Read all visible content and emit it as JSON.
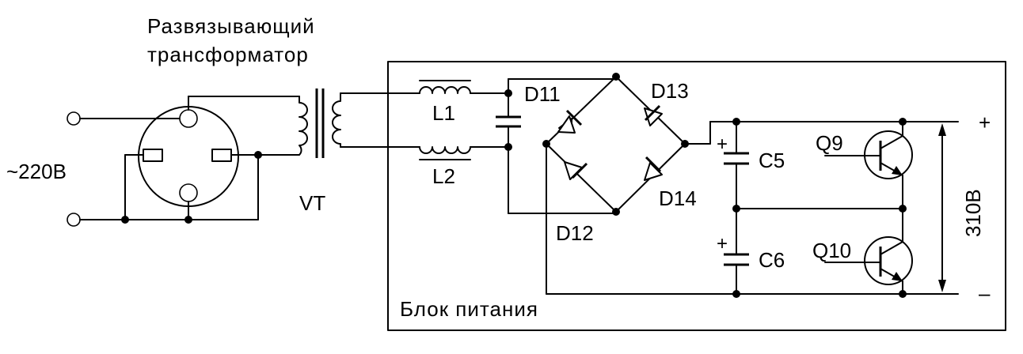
{
  "title_line1": "Развязывающий",
  "title_line2": "трансформатор",
  "mains_label": "~220В",
  "transformer_label": "VT",
  "block_label": "Блок питания",
  "components": {
    "inductor1": "L1",
    "inductor2": "L2",
    "diode11": "D11",
    "diode12": "D12",
    "diode13": "D13",
    "diode14": "D14",
    "cap5": "C5",
    "cap6": "C6",
    "transistor9": "Q9",
    "transistor10": "Q10"
  },
  "voltage_label": "310В",
  "plus_sign": "+",
  "minus_sign": "–",
  "cap_plus": "+"
}
